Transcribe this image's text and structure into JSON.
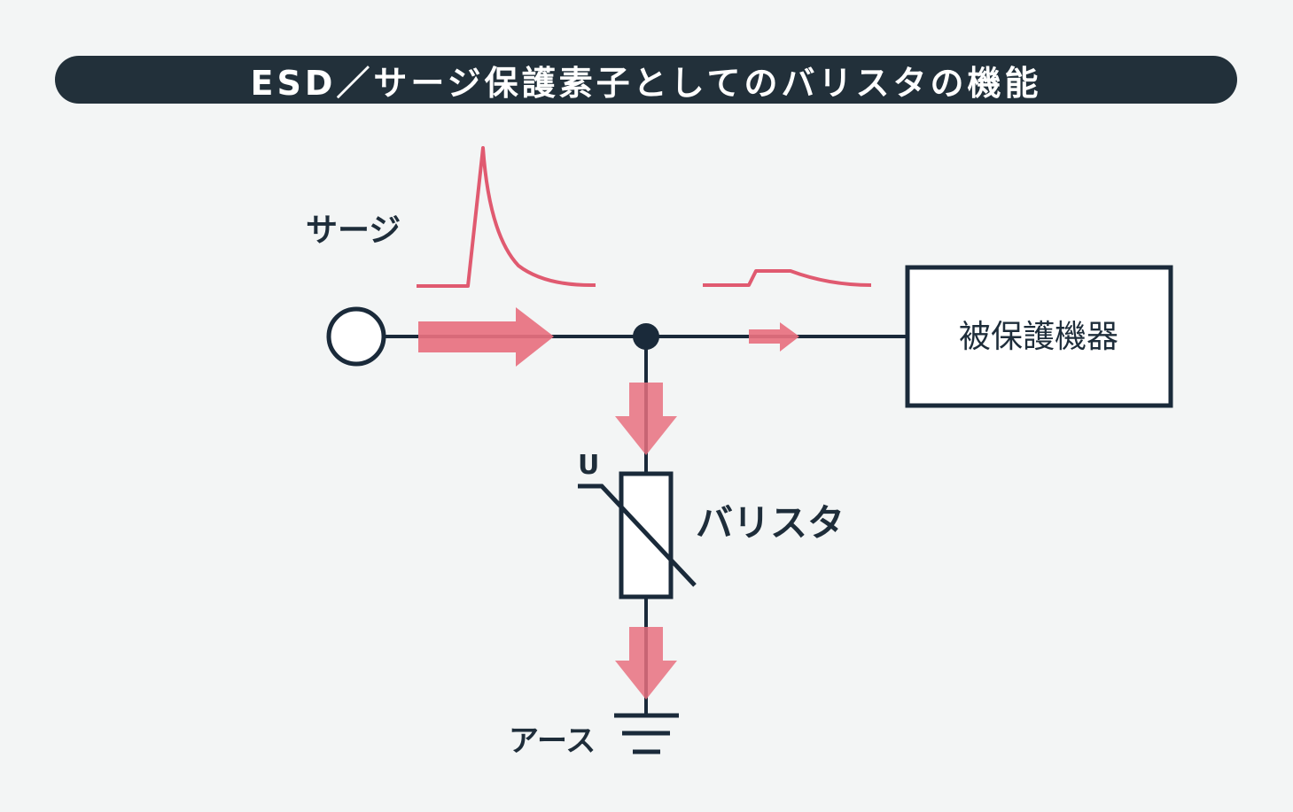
{
  "title": "ESD／サージ保護素子としてのバリスタの機能",
  "labels": {
    "surge": "サージ",
    "protected_device": "被保護機器",
    "varistor": "バリスタ",
    "voltage_symbol": "U",
    "earth": "アース"
  },
  "colors": {
    "background": "#f3f5f5",
    "title_bar": "#22303a",
    "wire": "#1a2a3a",
    "surge": "#e05a70",
    "arrow": "#e8707f"
  }
}
